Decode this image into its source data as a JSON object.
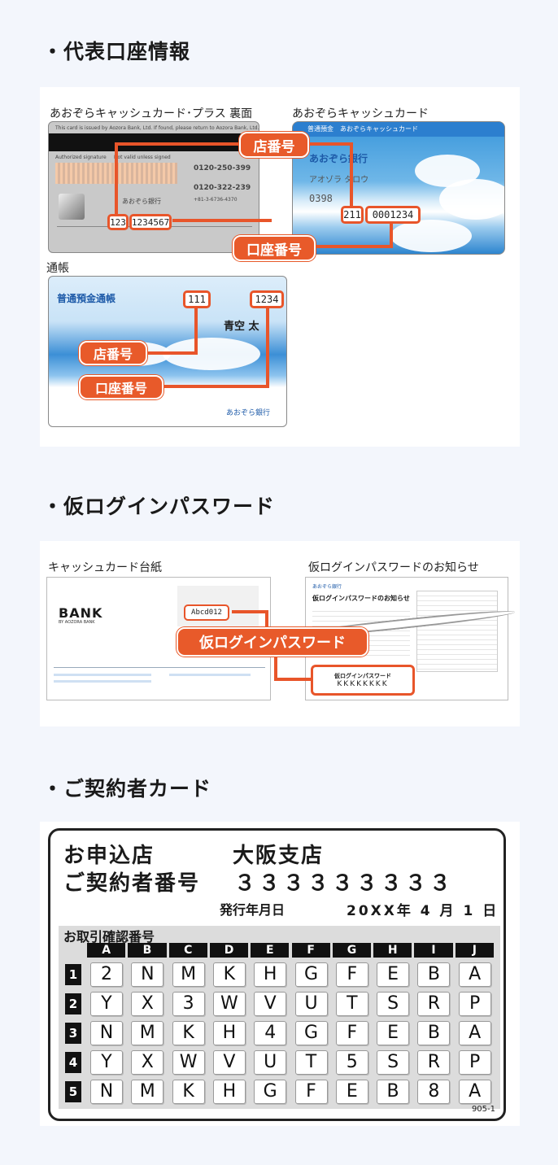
{
  "sections": {
    "account": {
      "title": "・代表口座情報",
      "plus_card_label": "あおぞらキャッシュカード･プラス 裏面",
      "cash_card_label": "あおぞらキャッシュカード",
      "passbook_label": "通帳",
      "plus_card": {
        "issued_text": "This card is issued by Aozora Bank, Ltd. If found, please return to Aozora Bank, Ltd.",
        "authorized_signature": "Authorized signature",
        "not_valid": "Not valid unless signed",
        "phone_1": "0120-250-399",
        "phone_2": "0120-322-239",
        "phone_3": "+81-3-6736-4370",
        "bank_name": "あおぞら銀行",
        "branch_no": "123",
        "account_no": "1234567"
      },
      "cash_card": {
        "header": "普通預金　あおぞらキャッシュカード",
        "bank_name": "あおぞら銀行",
        "kana_name": "アオゾラ タロウ",
        "prefix": "0398",
        "branch_no": "211",
        "account_no": "0001234"
      },
      "passbook": {
        "title": "普通預金通帳",
        "branch_no": "111",
        "account_no": "1234",
        "holder": "青空 太",
        "bank_name": "あおぞら銀行"
      },
      "badge_branch": "店番号",
      "badge_account": "口座番号"
    },
    "password": {
      "title": "・仮ログインパスワード",
      "mount_label": "キャッシュカード台紙",
      "notice_label": "仮ログインパスワードのお知らせ",
      "bank_logo": "BANK",
      "bank_logo_sub": "BY AOZORA BANK",
      "pw_sample_1": "Abcd012",
      "notice_bank": "あおぞら銀行",
      "notice_heading": "仮ログインパスワードのお知らせ",
      "notice_box_title": "仮ログインパスワード",
      "notice_box_value": "KKKKKKKK",
      "badge": "仮ログインパスワード"
    },
    "contract": {
      "title": "・ご契約者カード",
      "branch_label": "お申込店",
      "branch_value": "大阪支店",
      "number_label": "ご契約者番号",
      "number_value": "３３３３３３３３３",
      "issue_label": "発行年月日",
      "issue_value": "20XX年 4 月 1 日",
      "code_label": "お取引確認番号",
      "columns": [
        "A",
        "B",
        "C",
        "D",
        "E",
        "F",
        "G",
        "H",
        "I",
        "J"
      ],
      "rows": [
        {
          "label": "1",
          "cells": [
            "2",
            "N",
            "M",
            "K",
            "H",
            "G",
            "F",
            "E",
            "B",
            "A"
          ]
        },
        {
          "label": "2",
          "cells": [
            "Y",
            "X",
            "3",
            "W",
            "V",
            "U",
            "T",
            "S",
            "R",
            "P"
          ]
        },
        {
          "label": "3",
          "cells": [
            "N",
            "M",
            "K",
            "H",
            "4",
            "G",
            "F",
            "E",
            "B",
            "A"
          ]
        },
        {
          "label": "4",
          "cells": [
            "Y",
            "X",
            "W",
            "V",
            "U",
            "T",
            "5",
            "S",
            "R",
            "P"
          ]
        },
        {
          "label": "5",
          "cells": [
            "N",
            "M",
            "K",
            "H",
            "G",
            "F",
            "E",
            "B",
            "8",
            "A"
          ]
        }
      ],
      "serial": "905-1"
    }
  }
}
